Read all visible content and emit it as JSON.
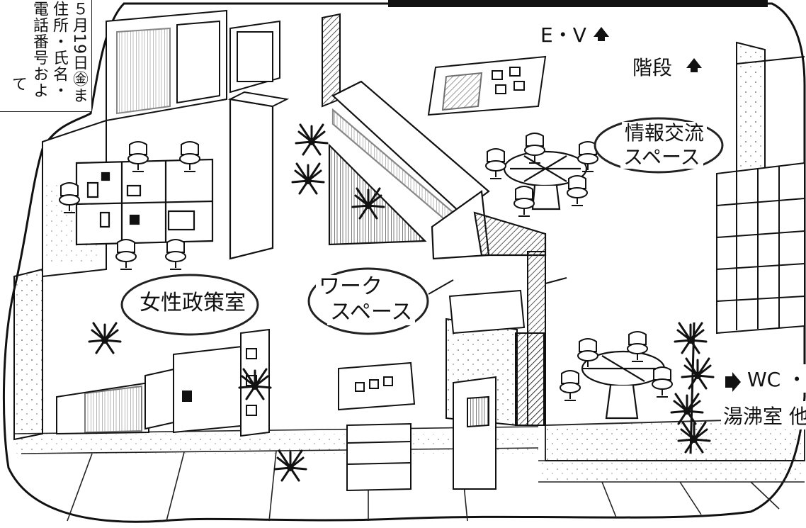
{
  "notice": {
    "columns": [
      "５月19日㊎ま",
      "住所・氏名・",
      "電話番号およ",
      "て"
    ]
  },
  "rooms": {
    "women_policy": "女性政策室",
    "work_space_line1": "ワーク",
    "work_space_line2": "スペース",
    "info_exchange_line1": "情報交流",
    "info_exchange_line2": "スペース"
  },
  "navigation": {
    "elevator": "E・V",
    "stairs": "階段",
    "wc": "WC ・",
    "kitchenette": "湯沸室 他"
  },
  "colors": {
    "ink": "#111111",
    "paper": "#ffffff",
    "hatch": "#444444"
  },
  "icons": [
    "up-arrow-icon",
    "right-arrow-icon",
    "plant-icon",
    "chair-icon",
    "round-table-icon",
    "bookshelf-icon"
  ]
}
